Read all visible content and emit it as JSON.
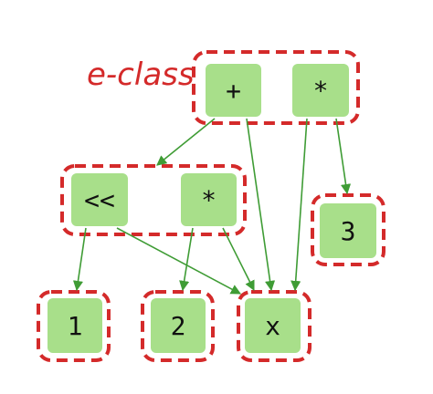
{
  "colors": {
    "eclass_border": "#d42a2a",
    "node_fill": "#a8df8a",
    "edge": "#3f9c35",
    "label": "#d42a2a"
  },
  "label": "e-class",
  "eclasses": [
    {
      "id": "c0",
      "nodes": [
        "n_plus",
        "n_mul_top"
      ]
    },
    {
      "id": "c1",
      "nodes": [
        "n_shift",
        "n_mul_mid"
      ]
    },
    {
      "id": "c2",
      "nodes": [
        "n_3"
      ]
    },
    {
      "id": "c3",
      "nodes": [
        "n_1"
      ]
    },
    {
      "id": "c4",
      "nodes": [
        "n_2"
      ]
    },
    {
      "id": "c5",
      "nodes": [
        "n_x"
      ]
    }
  ],
  "nodes": [
    {
      "id": "n_plus",
      "text": "+"
    },
    {
      "id": "n_mul_top",
      "text": "*"
    },
    {
      "id": "n_shift",
      "text": "<<"
    },
    {
      "id": "n_mul_mid",
      "text": "*"
    },
    {
      "id": "n_3",
      "text": "3"
    },
    {
      "id": "n_1",
      "text": "1"
    },
    {
      "id": "n_2",
      "text": "2"
    },
    {
      "id": "n_x",
      "text": "x"
    }
  ],
  "edges": [
    {
      "from": "n_plus",
      "to": "c1"
    },
    {
      "from": "n_plus",
      "to": "c5"
    },
    {
      "from": "n_mul_top",
      "to": "c5"
    },
    {
      "from": "n_mul_top",
      "to": "c2"
    },
    {
      "from": "n_shift",
      "to": "c3"
    },
    {
      "from": "n_shift",
      "to": "c5"
    },
    {
      "from": "n_mul_mid",
      "to": "c4"
    },
    {
      "from": "n_mul_mid",
      "to": "c5"
    }
  ]
}
